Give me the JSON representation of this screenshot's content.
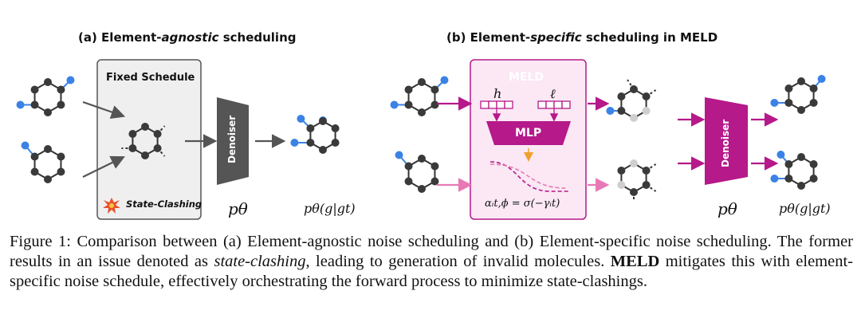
{
  "panel_a": {
    "title_prefix": "(a) Element-",
    "title_emph": "agnostic",
    "title_suffix": " scheduling",
    "box_title": "Fixed Schedule",
    "clash_label": "State-Clashing",
    "denoiser_label": "Denoiser",
    "p_theta": "pθ",
    "p_cond": "pθ(g|gt)"
  },
  "panel_b": {
    "title_prefix": "(b) Element-",
    "title_emph": "specific",
    "title_suffix": " scheduling in MELD",
    "box_title": "MELD",
    "h_label": "h",
    "l_label": "ℓ",
    "mlp_label": "MLP",
    "alpha_eq": "αᵢt,ϕ = σ(−γᵢt)",
    "denoiser_label": "Denoiser",
    "p_theta": "pθ",
    "p_cond": "pθ(g|gt)"
  },
  "colors": {
    "magenta": "#b5198a",
    "light_magenta_fill": "#fbe8f4",
    "blue_atom": "#3b82e6",
    "dark_atom": "#3a3a3a",
    "gray_box": "#efefef",
    "denoiser_gray": "#555555"
  },
  "caption": {
    "p1": "Figure 1: Comparison between (a) Element-agnostic noise scheduling and (b) Element-specific noise scheduling. The former results in an issue denoted as ",
    "emph": "state-clashing",
    "p2": ", leading to generation of invalid molecules. ",
    "strong": "MELD",
    "p3": " mitigates this with element-specific noise schedule, effectively orchestrating the forward process to minimize state-clashings."
  }
}
